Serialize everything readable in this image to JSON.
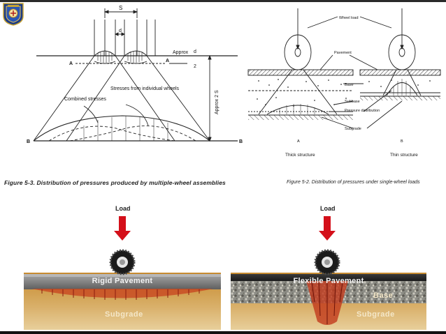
{
  "top_left_figure": {
    "caption": "Figure 5-3. Distribution of pressures produced by multiple-wheel assemblies",
    "labels": {
      "s": "S",
      "d": "d",
      "approx_d": "Approx",
      "d_over_2_num": "d",
      "d_over_2_den": "2",
      "approx_2s": "Approx 2 S",
      "a_left": "A",
      "a_right": "A",
      "b_left": "B",
      "b_right": "B",
      "combined_stresses": "Combined stresses",
      "individual_stresses": "Stresses from individual wheels"
    }
  },
  "top_right_figure": {
    "caption": "Figure 5-2. Distribution of pressures under single-wheel loads",
    "labels": {
      "wheel_load": "Wheel load",
      "pavement": "Pavement",
      "base": "Base",
      "subbase": "Subbase",
      "pressure_distribution": "Pressure distribution",
      "subgrade": "Subgrade",
      "a": "A",
      "thick_structure": "Thick structure",
      "b": "B",
      "thin_structure": "Thin structure"
    }
  },
  "bottom_left_panel": {
    "load": "Load",
    "title": "Rigid Pavement",
    "subgrade": "Subgrade"
  },
  "bottom_right_panel": {
    "load": "Load",
    "title": "Flexible Pavement",
    "base": "Base",
    "subgrade": "Subgrade"
  },
  "colors": {
    "arrow_red": "#d4101a",
    "pavement_gray": "#7a7a7a",
    "subgrade_brown": "#a9762a",
    "pressure_red": "#b3261e"
  },
  "icons": [
    "university-seal-logo",
    "tire-icon",
    "down-arrow-icon"
  ]
}
